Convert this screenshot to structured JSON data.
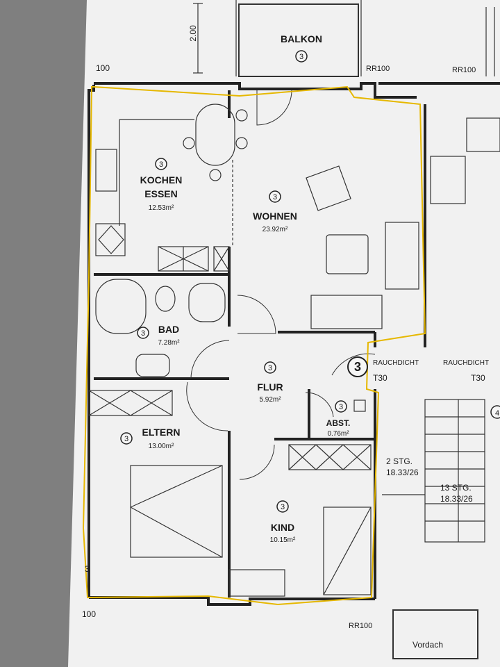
{
  "rooms": {
    "balkon": {
      "name": "BALKON",
      "unit": "3"
    },
    "kochen": {
      "name1": "KOCHEN",
      "name2": "ESSEN",
      "area": "12.53m²",
      "unit": "3"
    },
    "wohnen": {
      "name": "WOHNEN",
      "area": "23.92m²",
      "unit": "3"
    },
    "bad": {
      "name": "BAD",
      "area": "7.28m²",
      "unit": "3"
    },
    "flur": {
      "name": "FLUR",
      "area": "5.92m²",
      "unit": "3"
    },
    "abst": {
      "name": "ABST.",
      "area": "0.76m²",
      "unit": "3"
    },
    "eltern": {
      "name": "ELTERN",
      "area": "13.00m²",
      "unit": "3"
    },
    "kind": {
      "name": "KIND",
      "area": "10.15m²",
      "unit": "3"
    }
  },
  "dimensions": {
    "balcony_depth": "2.00",
    "top_left": "100",
    "bottom_left": "100",
    "left_mark": "3"
  },
  "labels": {
    "rr_top_left": "RR100",
    "rr_top_right": "RR100",
    "rr_bottom": "RR100",
    "rauchdicht_left": "RAUCHDICHT",
    "rauchdicht_right": "RAUCHDICHT",
    "t30_left": "T30",
    "t30_right": "T30",
    "stair_left_line1": "2 STG.",
    "stair_left_line2": "18.33/26",
    "stair_right_line1": "13 STG.",
    "stair_right_line2": "18.33/26",
    "vordach": "Vordach",
    "entry_unit": "3",
    "right_edge_unit": "4"
  }
}
